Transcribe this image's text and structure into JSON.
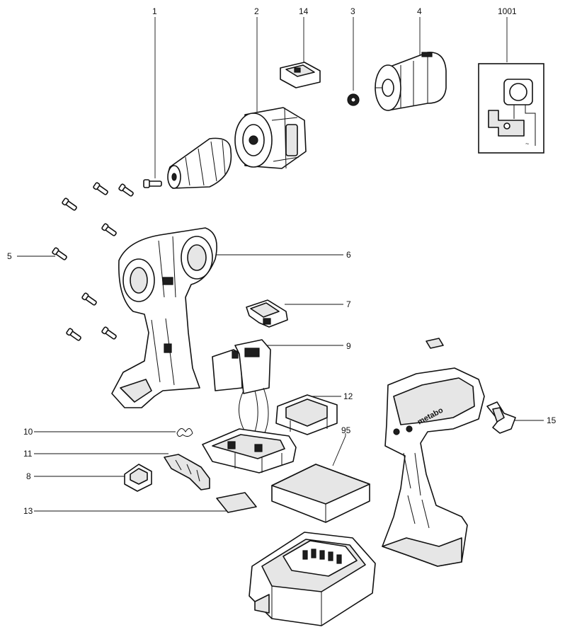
{
  "callouts": [
    {
      "id": "p1",
      "label": "1"
    },
    {
      "id": "p2",
      "label": "2"
    },
    {
      "id": "p14",
      "label": "14"
    },
    {
      "id": "p3",
      "label": "3"
    },
    {
      "id": "p4",
      "label": "4"
    },
    {
      "id": "p1001",
      "label": "1001"
    },
    {
      "id": "p5",
      "label": "5"
    },
    {
      "id": "p6",
      "label": "6"
    },
    {
      "id": "p7",
      "label": "7"
    },
    {
      "id": "p9",
      "label": "9"
    },
    {
      "id": "p12",
      "label": "12"
    },
    {
      "id": "p95",
      "label": "95"
    },
    {
      "id": "p10",
      "label": "10"
    },
    {
      "id": "p15",
      "label": "15"
    },
    {
      "id": "p11",
      "label": "11"
    },
    {
      "id": "p8",
      "label": "8"
    },
    {
      "id": "p13",
      "label": "13"
    }
  ],
  "housing_brand": "metabo"
}
